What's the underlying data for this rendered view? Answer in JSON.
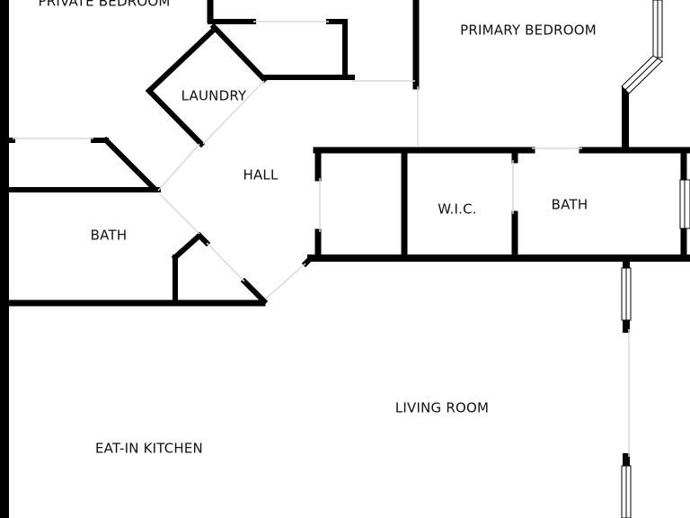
{
  "rooms": {
    "private_bedroom": "PRIVATE BEDROOM",
    "primary_bedroom": "PRIMARY BEDROOM",
    "laundry": "LAUNDRY",
    "hall": "HALL",
    "bath_left": "BATH",
    "wic": "W.I.C.",
    "bath_right": "BATH",
    "living_room": "LIVING ROOM",
    "eat_in_kitchen": "EAT-IN KITCHEN"
  }
}
